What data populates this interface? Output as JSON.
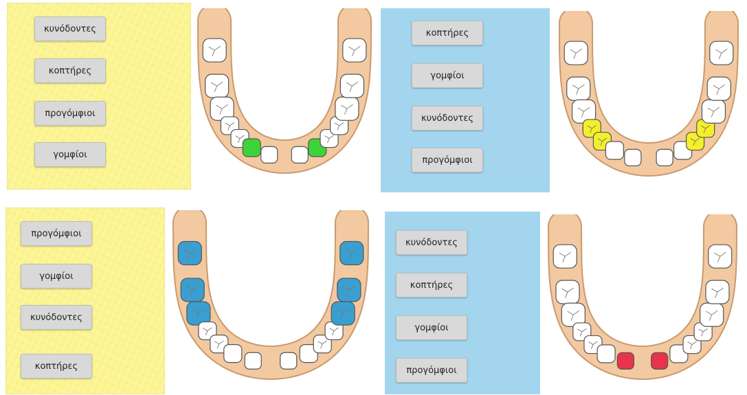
{
  "quadrants": [
    {
      "name": "top-left",
      "panel_color": "#fbf48f",
      "highlight_tooth_group": "canines",
      "highlight_color": "#3fd33a",
      "buttons": [
        "κυνόδοντες",
        "κοπτήρες",
        "προγόμφιοι",
        "γομφίοι"
      ]
    },
    {
      "name": "top-right",
      "panel_color": "#a3d6ee",
      "highlight_tooth_group": "premolars",
      "highlight_color": "#f3ef2a",
      "buttons": [
        "κοπτήρες",
        "γομφίοι",
        "κυνόδοντες",
        "προγόμφιοι"
      ]
    },
    {
      "name": "bottom-left",
      "panel_color": "#fbf48f",
      "highlight_tooth_group": "molars",
      "highlight_color": "#3a9fd0",
      "buttons": [
        "προγόμφιοι",
        "γομφίοι",
        "κυνόδοντες",
        "κοπτήρες"
      ]
    },
    {
      "name": "bottom-right",
      "panel_color": "#a3d6ee",
      "highlight_tooth_group": "incisors",
      "highlight_color": "#e8334d",
      "buttons": [
        "κυνόδοντες",
        "κοπτήρες",
        "γομφίοι",
        "προγόμφιοι"
      ]
    }
  ],
  "colors": {
    "gum": "#f2c9a0",
    "gum_outline": "#c99a6e",
    "tooth": "#ffffff",
    "tooth_outline": "#555555"
  }
}
